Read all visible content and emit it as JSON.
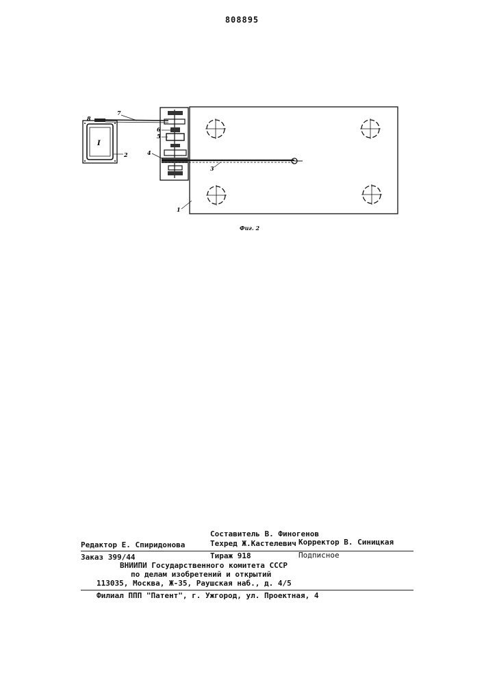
{
  "document": {
    "patent_number": "808895"
  },
  "figure": {
    "caption": "Фиг. 2",
    "callouts": [
      "1",
      "2",
      "3",
      "4",
      "5",
      "6",
      "7",
      "8"
    ],
    "motor_label": "I"
  },
  "imprint": {
    "compiler": "Составитель В. Финогенов",
    "editor": "Редактор Е. Спиридонова",
    "techred": "Техред Ж.Кастелевич",
    "corrector": "Корректор  В. Синицкая",
    "order": "Заказ 399/44",
    "circulation": "Тираж 918",
    "subscription": "Подписное",
    "org_line1": "ВНИИПИ Государственного комитета СССР",
    "org_line2": "по делам изобретений и открытий",
    "address": "113035, Москва, Ж-35, Раушская наб., д. 4/5",
    "branch": "Филиал ППП \"Патент\", г. Ужгород, ул. Проектная, 4"
  }
}
